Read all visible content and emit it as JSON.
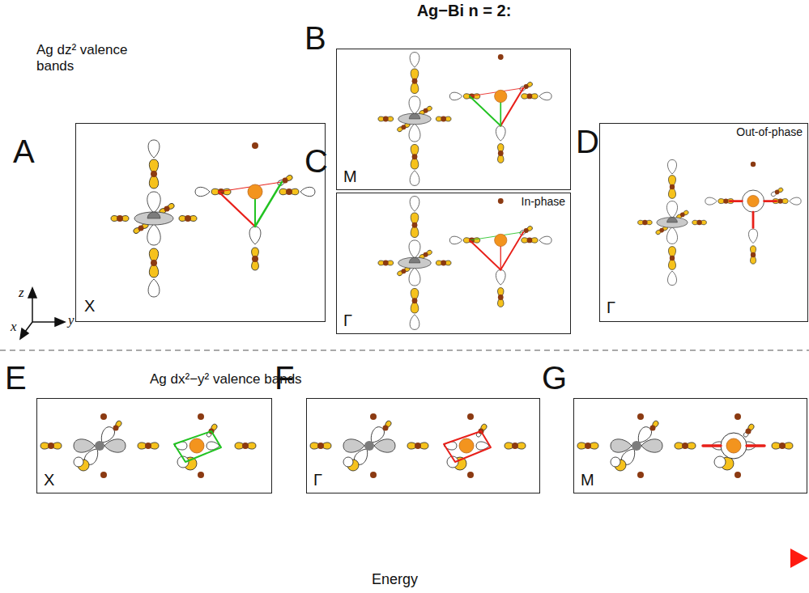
{
  "diagram": {
    "title": "Ag−Bi n = 2:",
    "nodes": [
      {
        "text": [
          "A",
          "X"
        ]
      },
      {
        "text": [
          "B",
          "M"
        ]
      },
      {
        "text": [
          "C",
          "Γ",
          "In-phase"
        ]
      },
      {
        "text": [
          "D",
          "Γ",
          "Out-of-phase"
        ]
      },
      {
        "text": [
          "E",
          "X"
        ]
      },
      {
        "text": [
          "F",
          "Γ"
        ]
      },
      {
        "text": [
          "G",
          "M"
        ]
      }
    ],
    "labels": [
      "Ag dz² valence bands",
      "z",
      "x",
      "y",
      "Ag dx²−y² valence bands",
      "Energy"
    ]
  }
}
